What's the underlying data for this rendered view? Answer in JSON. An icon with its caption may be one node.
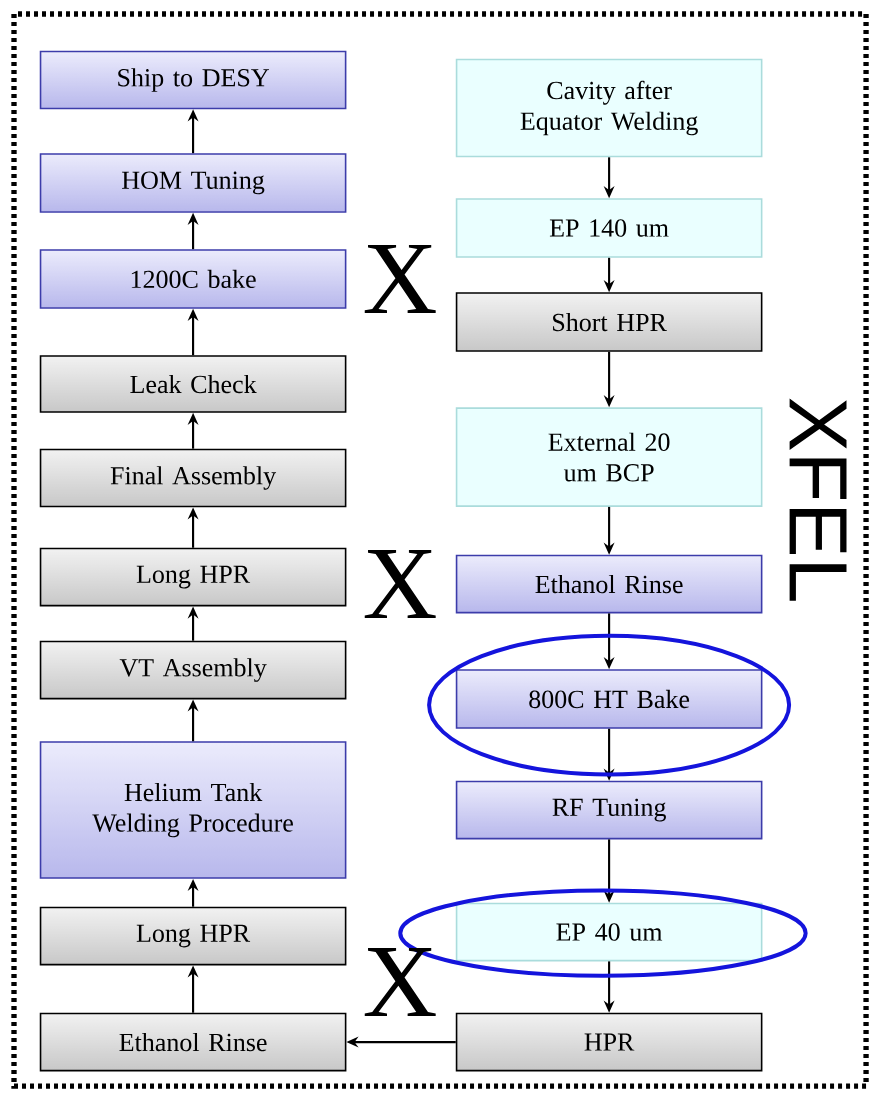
{
  "diagram": {
    "nodes": [
      {
        "text": [
          "Ship to DESY"
        ]
      },
      {
        "text": [
          "HOM Tuning"
        ]
      },
      {
        "text": [
          "1200C bake"
        ]
      },
      {
        "text": [
          "Leak Check"
        ]
      },
      {
        "text": [
          "Final Assembly"
        ]
      },
      {
        "text": [
          "Long HPR"
        ]
      },
      {
        "text": [
          "VT Assembly"
        ]
      },
      {
        "text": [
          "Helium Tank Welding Procedure"
        ]
      },
      {
        "text": [
          "Long HPR"
        ]
      },
      {
        "text": [
          "Ethanol Rinse"
        ]
      },
      {
        "text": [
          "Cavity after Equator Welding"
        ]
      },
      {
        "text": [
          "EP 140 um"
        ]
      },
      {
        "text": [
          "Short HPR"
        ]
      },
      {
        "text": [
          "External 20 um BCP"
        ]
      },
      {
        "text": [
          "Ethanol Rinse"
        ]
      },
      {
        "text": [
          "800C HT Bake"
        ]
      },
      {
        "text": [
          "RF Tuning"
        ]
      },
      {
        "text": [
          "EP 40 um"
        ]
      },
      {
        "text": [
          "HPR"
        ]
      }
    ],
    "edges": [
      {
        "from": 10,
        "to": 11,
        "arrow": "to"
      },
      {
        "from": 11,
        "to": 12,
        "arrow": "to"
      },
      {
        "from": 12,
        "to": 13,
        "arrow": "to"
      },
      {
        "from": 13,
        "to": 14,
        "arrow": "to"
      },
      {
        "from": 14,
        "to": 15,
        "arrow": "to"
      },
      {
        "from": 15,
        "to": 16,
        "arrow": "to"
      },
      {
        "from": 16,
        "to": 17,
        "arrow": "to"
      },
      {
        "from": 17,
        "to": 18,
        "arrow": "to"
      },
      {
        "from": 18,
        "to": 9,
        "arrow": "to"
      },
      {
        "from": 9,
        "to": 8,
        "arrow": "to"
      },
      {
        "from": 8,
        "to": 7,
        "arrow": "to"
      },
      {
        "from": 7,
        "to": 6,
        "arrow": "to"
      },
      {
        "from": 6,
        "to": 5,
        "arrow": "to"
      },
      {
        "from": 5,
        "to": 4,
        "arrow": "to"
      },
      {
        "from": 4,
        "to": 3,
        "arrow": "to"
      },
      {
        "from": 3,
        "to": 2,
        "arrow": "to"
      },
      {
        "from": 2,
        "to": 1,
        "arrow": "to"
      },
      {
        "from": 1,
        "to": 0,
        "arrow": "to"
      }
    ],
    "labels": [
      "X",
      "XFEL",
      "X",
      "X"
    ]
  }
}
